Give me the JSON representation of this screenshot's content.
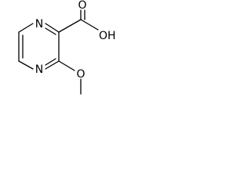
{
  "molecule": {
    "atoms": {
      "ring_nitrogen_top": "N",
      "ring_nitrogen_bottom": "N",
      "carboxyl_oxygen_double": "O",
      "carboxyl_hydroxyl": "OH",
      "methoxy_oxygen": "O"
    }
  },
  "colors": {
    "bond": "#000000",
    "label": "#000000",
    "background": "#ffffff"
  }
}
